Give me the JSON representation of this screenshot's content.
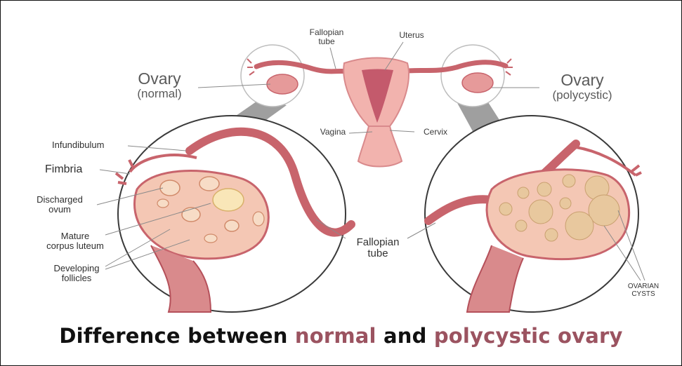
{
  "title": {
    "pre": "Difference between ",
    "word1": "normal",
    "mid": " and ",
    "word2": "polycystic ovary"
  },
  "labels": {
    "fallopian_tube_top_1": "Fallopian",
    "fallopian_tube_top_2": "tube",
    "uterus": "Uterus",
    "ovary_normal_1": "Ovary",
    "ovary_normal_2": "(normal)",
    "ovary_poly_1": "Ovary",
    "ovary_poly_2": "(polycystic)",
    "vagina": "Vagina",
    "cervix": "Cervix",
    "infundibulum": "Infundibulum",
    "fimbria": "Fimbria",
    "discharged_1": "Discharged",
    "discharged_2": "ovum",
    "mature_1": "Mature",
    "mature_2": "corpus luteum",
    "developing_1": "Developing",
    "developing_2": "follicles",
    "fallopian_center_1": "Fallopian",
    "fallopian_center_2": "tube",
    "cysts_1": "OVARIAN",
    "cysts_2": "CYSTS"
  },
  "colors": {
    "highlight": "#9b5360",
    "tissue": "#d98a8c",
    "tissue_dark": "#b5505a",
    "uterus_fill": "#f2b3ae",
    "connector": "#8e8e8e"
  }
}
